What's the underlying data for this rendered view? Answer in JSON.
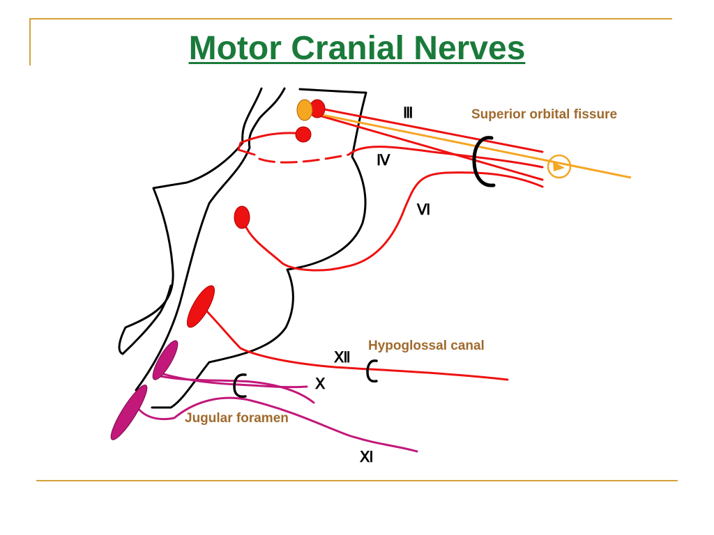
{
  "title": "Motor Cranial Nerves",
  "colors": {
    "title": "#1a7a3a",
    "frame": "#d4a23a",
    "nerve_red": "#ee1111",
    "nerve_orange": "#f5a623",
    "nerve_magenta": "#c2187a",
    "label_brown": "#a06a2c",
    "outline": "#000000"
  },
  "labels": {
    "superior_orbital_fissure": "Superior orbital fissure",
    "hypoglossal_canal": "Hypoglossal canal",
    "jugular_foramen": "Jugular foramen"
  },
  "nerves": {
    "oculomotor": "Ⅲ",
    "trochlear": "Ⅳ",
    "abducens": "Ⅵ",
    "hypoglossal": "Ⅻ",
    "vagus": "Ⅹ",
    "accessory": "Ⅺ"
  }
}
